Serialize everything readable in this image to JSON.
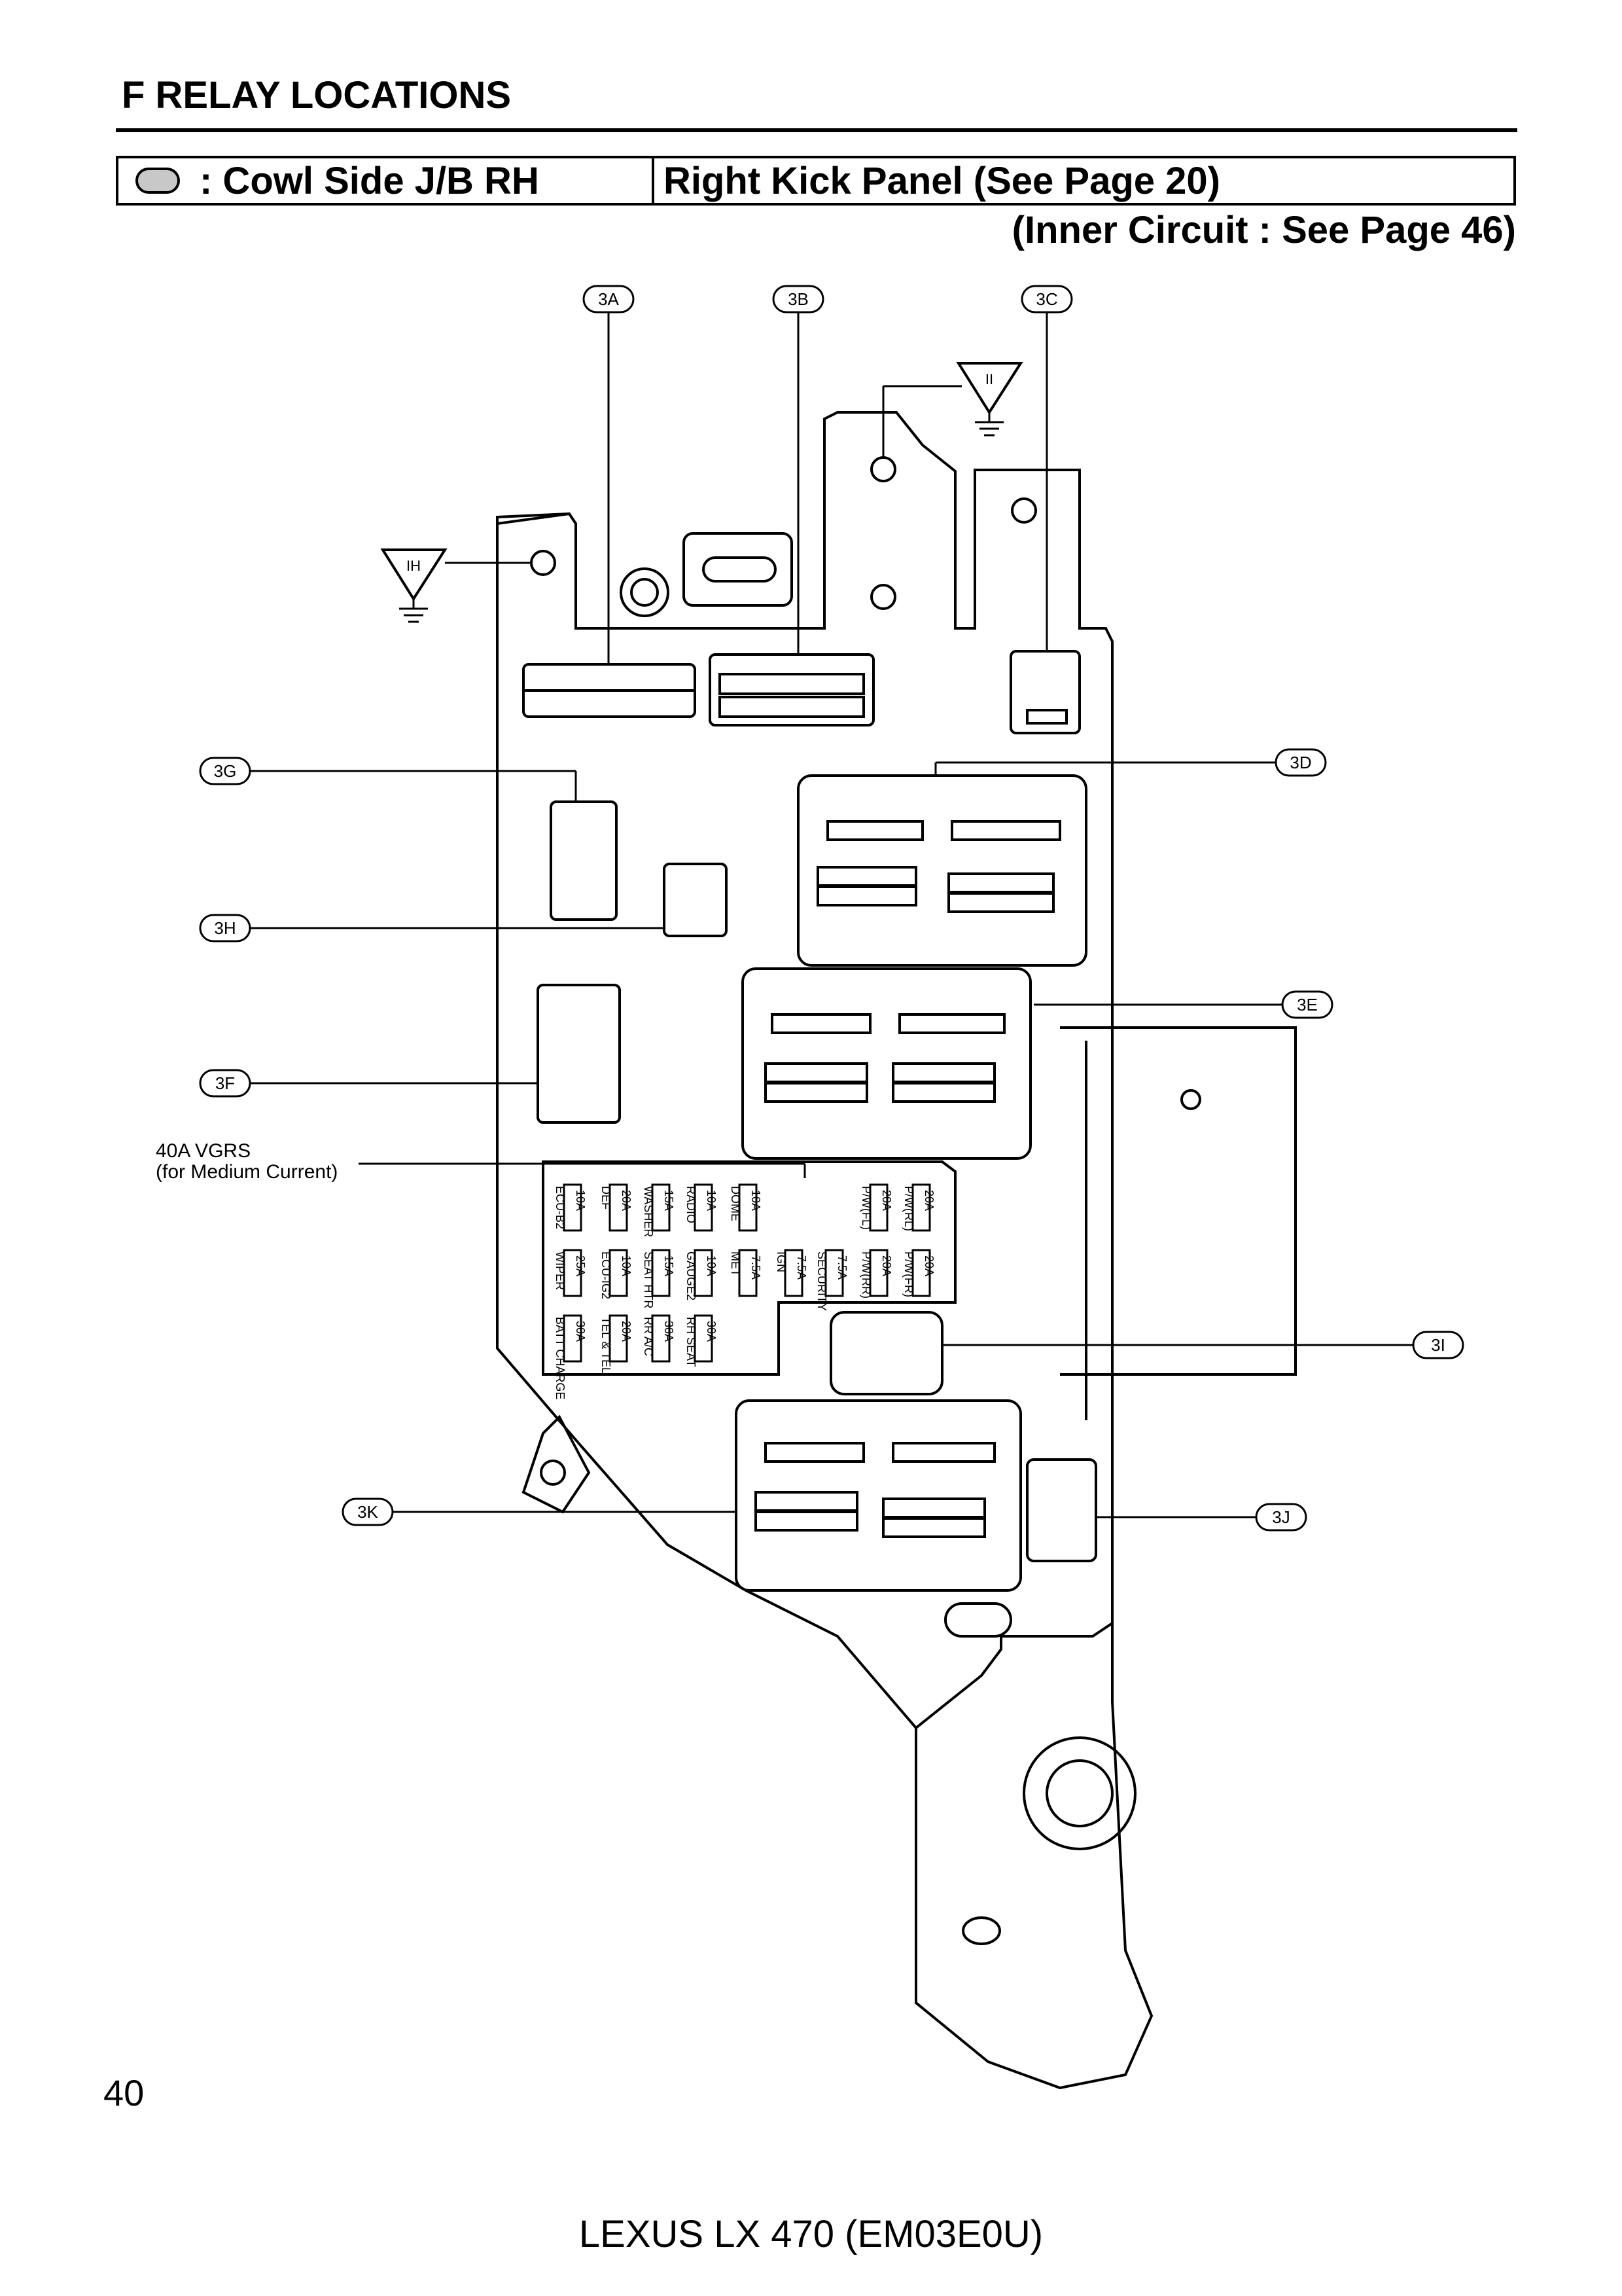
{
  "page": {
    "title": "F  RELAY LOCATIONS",
    "header_left": ": Cowl Side J/B RH",
    "header_right": "Right Kick Panel (See Page 20)",
    "inner_circuit": "(Inner Circuit : See Page 46)",
    "page_number": "40",
    "footer": "LEXUS LX 470 (EM03E0U)"
  },
  "connector_labels": {
    "c3A": "3A",
    "c3B": "3B",
    "c3C": "3C",
    "c3D": "3D",
    "c3E": "3E",
    "c3F": "3F",
    "c3G": "3G",
    "c3H": "3H",
    "c3I": "3I",
    "c3J": "3J",
    "c3K": "3K"
  },
  "ground_labels": {
    "IH": "IH",
    "II": "II"
  },
  "vgrs_note": {
    "line1": "40A VGRS",
    "line2": "(for Medium Current)"
  },
  "fuses": [
    {
      "amp": "10A",
      "name": "ECU-B2"
    },
    {
      "amp": "20A",
      "name": "DEF"
    },
    {
      "amp": "15A",
      "name": "WASHER"
    },
    {
      "amp": "10A",
      "name": "RADIO"
    },
    {
      "amp": "10A",
      "name": "DOME"
    },
    {
      "amp": "25A",
      "name": "WIPER"
    },
    {
      "amp": "10A",
      "name": "ECU-IG2"
    },
    {
      "amp": "15A",
      "name": "SEAT HTR"
    },
    {
      "amp": "10A",
      "name": "GAUGE2"
    },
    {
      "amp": "7.5A",
      "name": "MET"
    },
    {
      "amp": "7.5A",
      "name": "IGN"
    },
    {
      "amp": "7.5A",
      "name": "SECURITY"
    },
    {
      "amp": "20A",
      "name": "P/W(RR)"
    },
    {
      "amp": "20A",
      "name": "P/W(FR)"
    },
    {
      "amp": "20A",
      "name": "P/W(RL)"
    },
    {
      "amp": "20A",
      "name": "P/W(FL)"
    },
    {
      "amp": "30A",
      "name": "BATT CHARGE"
    },
    {
      "amp": "20A",
      "name": "TEL & TEL"
    },
    {
      "amp": "30A",
      "name": "RR A/C"
    },
    {
      "amp": "30A",
      "name": "RH SEAT"
    }
  ]
}
